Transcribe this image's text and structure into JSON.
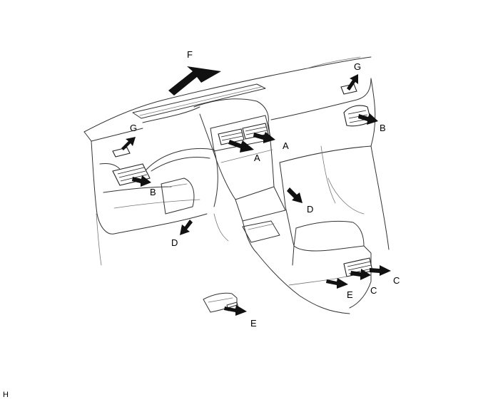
{
  "figure_code": "H",
  "labels": {
    "F": "F",
    "G_left": "G",
    "G_right": "G",
    "B_left": "B",
    "B_right": "B",
    "A_left": "A",
    "A_right": "A",
    "D_left": "D",
    "D_right": "D",
    "C_left": "C",
    "C_right": "C",
    "E_bottom": "E",
    "E_console": "E"
  }
}
